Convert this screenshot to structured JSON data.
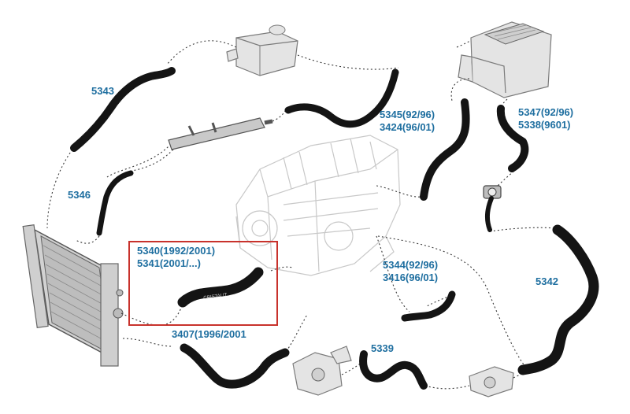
{
  "labels": {
    "l5343": "5343",
    "l5346": "5346",
    "l5340": "5340(1992/2001)",
    "l5341": "5341(2001/...)",
    "l3407": "3407(1996/2001",
    "l5345": "5345(92/96)",
    "l3424": "3424(96/01)",
    "l5347": "5347(92/96)",
    "l5338": "5338(9601)",
    "l5344": "5344(92/96)",
    "l3416": "3416(96/01)",
    "l5342": "5342",
    "l5339": "5339"
  },
  "hose_imprint": "CRISTALIT",
  "colors": {
    "label": "#1f6fa0",
    "highlight": "#c8322c",
    "hose": "#141414"
  }
}
